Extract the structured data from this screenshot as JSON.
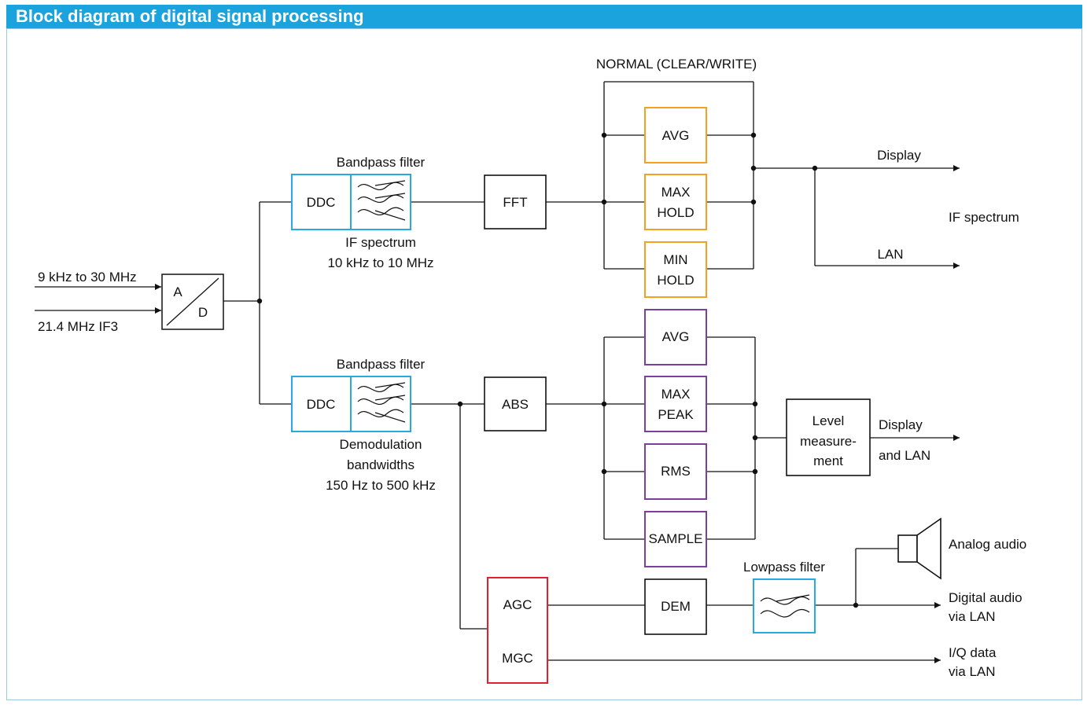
{
  "title": "Block diagram of digital signal processing",
  "colors": {
    "header": "#1aa3dd",
    "filter": "#29a9e1",
    "trace": "#f5a020",
    "detector": "#7b3f9e",
    "gain": "#e0202e",
    "line": "#111111"
  },
  "inputs": {
    "in1": "9 kHz to 30 MHz",
    "in2": "21.4 MHz   IF3"
  },
  "adc": {
    "top": "A",
    "bottom": "D"
  },
  "upper": {
    "filter_title": "Bandpass filter",
    "ddc": "DDC",
    "note1": "IF spectrum",
    "note2": "10 kHz to 10 MHz",
    "fft": "FFT",
    "mode_label": "NORMAL (CLEAR/WRITE)",
    "avg": "AVG",
    "max1": "MAX",
    "max2": "HOLD",
    "min1": "MIN",
    "min2": "HOLD",
    "out_display": "Display",
    "out_note": "IF spectrum",
    "out_lan": "LAN"
  },
  "lower": {
    "filter_title": "Bandpass filter",
    "ddc": "DDC",
    "note1": "Demodulation",
    "note2": "bandwidths",
    "note3": "150 Hz to 500 kHz",
    "abs": "ABS",
    "avg": "AVG",
    "maxpeak1": "MAX",
    "maxpeak2": "PEAK",
    "rms": "RMS",
    "sample": "SAMPLE",
    "level1": "Level",
    "level2": "measure-",
    "level3": "ment",
    "out1": "Display",
    "out2": "and LAN"
  },
  "audio": {
    "agc": "AGC",
    "mgc": "MGC",
    "dem": "DEM",
    "lowpass": "Lowpass filter",
    "analog": "Analog audio",
    "digital1": "Digital audio",
    "digital2": "via LAN",
    "iq1": "I/Q data",
    "iq2": "via LAN"
  }
}
